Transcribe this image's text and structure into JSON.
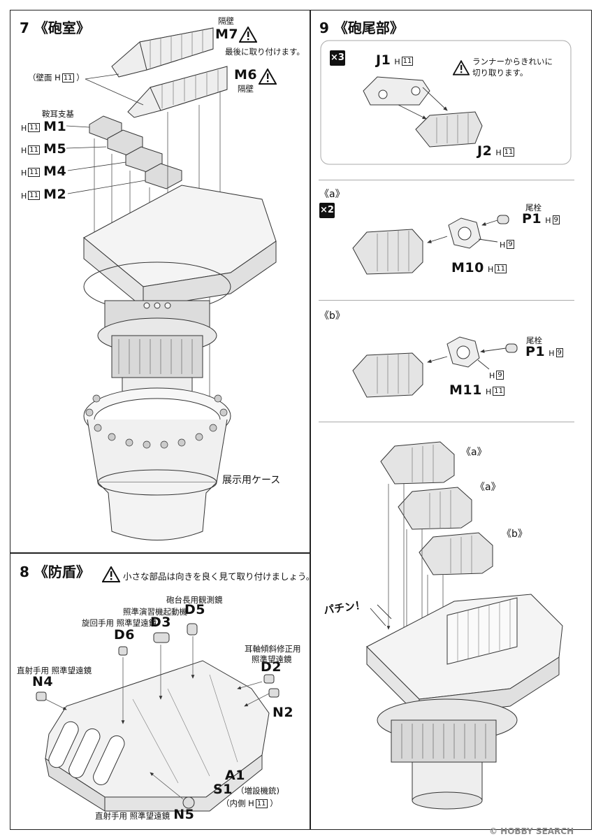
{
  "step7": {
    "number": "7",
    "title": "《砲室》",
    "m7": {
      "label": "M7",
      "caption": "隔壁",
      "note": "最後に取り付けます。"
    },
    "m6": {
      "label": "M6",
      "caption": "隔壁"
    },
    "wall": {
      "text": "（壁面",
      "h": "H",
      "num": "11",
      "close": "）"
    },
    "trunnion": "鞍耳支基",
    "m1": "M1",
    "m5": "M5",
    "m4": "M4",
    "m2": "M2",
    "h": "H",
    "hnum": "11",
    "case_label": "展示用ケース"
  },
  "step8": {
    "number": "8",
    "title": "《防盾》",
    "warning": "小さな部品は向きを良く見て取り付けましょう。",
    "d5": {
      "label": "D5",
      "caption": "砲台長用観測鏡"
    },
    "d3": {
      "label": "D3",
      "caption": "照準演習機起動機"
    },
    "d6": {
      "label": "D6",
      "caption": "旋回手用 照準望遠鏡"
    },
    "d2": {
      "label": "D2",
      "caption1": "耳軸傾斜修正用",
      "caption2": "照準望遠鏡"
    },
    "n4": {
      "label": "N4",
      "caption": "直射手用 照準望遠鏡"
    },
    "n2": {
      "label": "N2"
    },
    "a1": "A1",
    "s1": {
      "label": "S1",
      "note": "（増設機銃)"
    },
    "inner": {
      "text": "（内側",
      "h": "H",
      "num": "11",
      "close": "）"
    },
    "n5": {
      "label": "N5",
      "caption": "直射手用 照準望遠鏡"
    }
  },
  "step9": {
    "number": "9",
    "title": "《砲尾部》",
    "multiplier_top": "×3",
    "j1": "J1",
    "j2": "J2",
    "runner_note1": "ランナーからきれいに",
    "runner_note2": "切り取ります。",
    "a_label": "《a》",
    "b_label": "《b》",
    "multiplier_a": "×2",
    "breech": "尾栓",
    "p1": "P1",
    "m10": "M10",
    "m11": "M11",
    "h9": "9",
    "h11": "11",
    "h": "H",
    "snap": "パチン！",
    "stack_a1": "《a》",
    "stack_a2": "《a》",
    "stack_b": "《b》"
  },
  "footer": "© HOBBY SEARCH"
}
